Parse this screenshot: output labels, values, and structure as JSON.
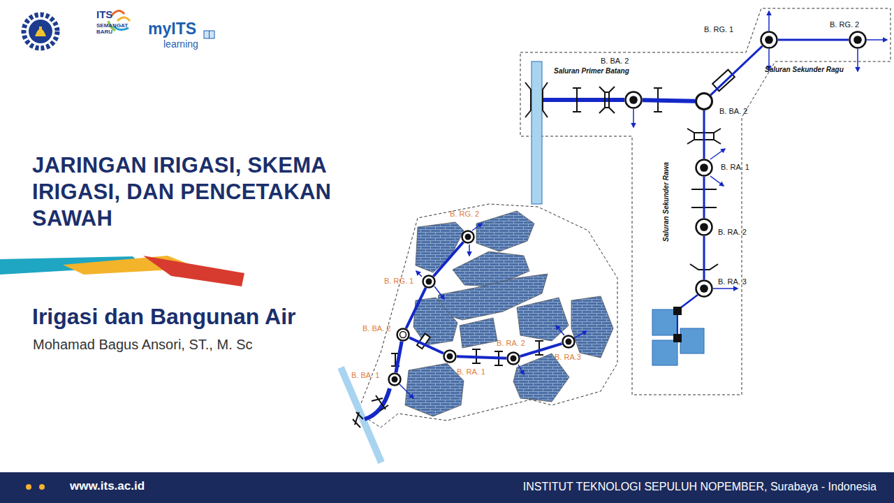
{
  "diagram": {
    "title": "JARINGAN IRIGASI, SKEMA IRIGASI, DAN PENCETAKAN SAWAH",
    "nodes": [
      {
        "text": [
          "B. BA. 2"
        ]
      },
      {
        "text": [
          "B. BA. 2"
        ]
      },
      {
        "text": [
          "B. RG. 1"
        ]
      },
      {
        "text": [
          "B. RG. 2"
        ]
      },
      {
        "text": [
          "B. RA. 1"
        ]
      },
      {
        "text": [
          "B. RA. 2"
        ]
      },
      {
        "text": [
          "B. RA. 3"
        ]
      },
      {
        "text": [
          "B. BA. 1"
        ]
      },
      {
        "text": [
          "B. BA. 2"
        ]
      },
      {
        "text": [
          "B. RG. 1"
        ]
      },
      {
        "text": [
          "B. RG. 2"
        ]
      },
      {
        "text": [
          "B. RA. 1"
        ]
      },
      {
        "text": [
          "B. RA. 2"
        ]
      },
      {
        "text": [
          "B. RA.3"
        ]
      }
    ],
    "edges": [
      {
        "from": 0,
        "to": 1,
        "arrow": "none"
      },
      {
        "from": 1,
        "to": 2,
        "arrow": "none"
      },
      {
        "from": 2,
        "to": 3,
        "arrow": "none"
      },
      {
        "from": 1,
        "to": 4,
        "arrow": "none"
      },
      {
        "from": 4,
        "to": 5,
        "arrow": "none"
      },
      {
        "from": 5,
        "to": 6,
        "arrow": "none"
      },
      {
        "from": 7,
        "to": 8,
        "arrow": "none"
      },
      {
        "from": 8,
        "to": 9,
        "arrow": "none"
      },
      {
        "from": 9,
        "to": 10,
        "arrow": "none"
      },
      {
        "from": 8,
        "to": 11,
        "arrow": "none"
      },
      {
        "from": 11,
        "to": 12,
        "arrow": "none"
      },
      {
        "from": 12,
        "to": 13,
        "arrow": "none"
      }
    ],
    "labels": [
      "ITS",
      "SEMANGAT BARU",
      "myITS",
      "learning",
      "Irigasi dan Bangunan Air",
      "Mohamad Bagus Ansori, ST., M. Sc",
      "www.its.ac.id",
      "INSTITUT TEKNOLOGI SEPULUH NOPEMBER, Surabaya - Indonesia",
      "Saluran Primer Batang",
      "Saluran Sekunder Ragu",
      "Saluran Sekunder Rawa"
    ]
  }
}
